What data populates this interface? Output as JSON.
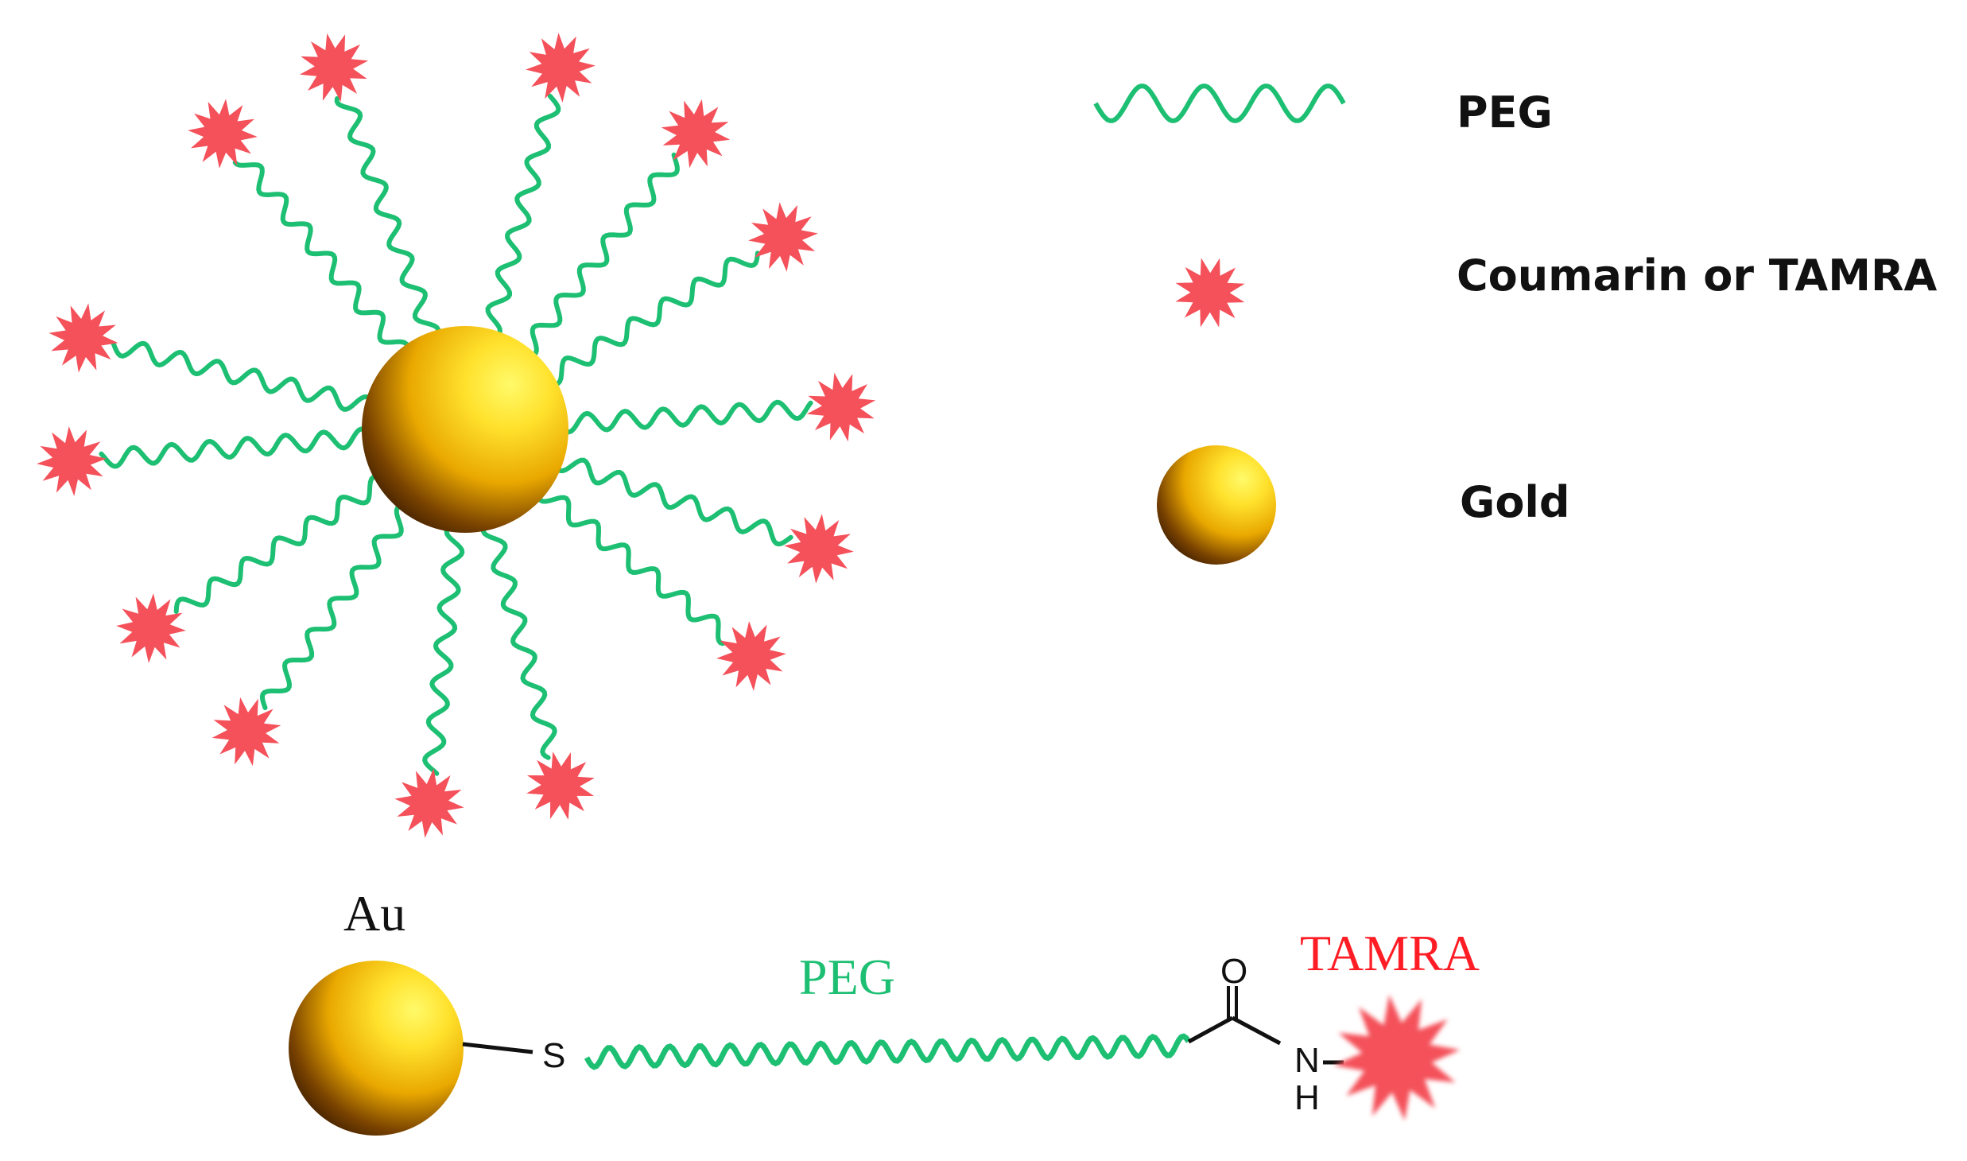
{
  "legend": {
    "peg_label": "PEG",
    "dye_label": "Coumarin or TAMRA",
    "gold_label": "Gold"
  },
  "bottom_scheme": {
    "au_label": "Au",
    "peg_label": "PEG",
    "dye_label": "TAMRA",
    "sulfur_label": "S",
    "oxygen_label": "O",
    "nitrogen_label": "N",
    "hydrogen_label": "H"
  },
  "colors": {
    "peg_green": "#1dbf73",
    "dye_red": "#f4515a",
    "gold_light": "#ffe84a",
    "gold_mid": "#f0b400",
    "gold_dark": "#3a1e00",
    "tamra_text": "#ff1d25"
  },
  "icons": {
    "dye": "red-starburst-icon",
    "gold": "gold-sphere-icon",
    "peg": "wavy-chain-icon"
  }
}
